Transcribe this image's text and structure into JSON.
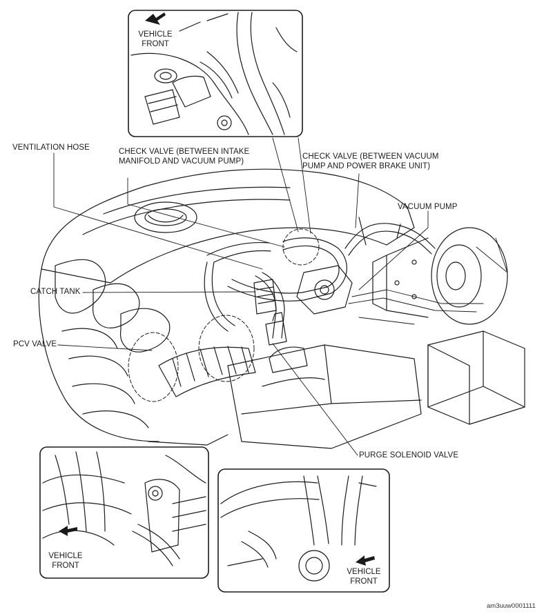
{
  "labels": {
    "ventilation_hose": "VENTILATION HOSE",
    "check_valve_intake": "CHECK VALVE (BETWEEN INTAKE\nMANIFOLD AND VACUUM PUMP)",
    "check_valve_vacuum": "CHECK VALVE (BETWEEN VACUUM\nPUMP AND POWER BRAKE UNIT)",
    "vacuum_pump": "VACUUM PUMP",
    "catch_tank": "CATCH TANK",
    "pcv_valve": "PCV VALVE",
    "purge_solenoid_valve": "PURGE SOLENOID VALVE"
  },
  "insets": {
    "top": {
      "direction_label": "VEHICLE\nFRONT"
    },
    "bottom_left": {
      "direction_label": "VEHICLE\nFRONT"
    },
    "bottom_right": {
      "direction_label": "VEHICLE\nFRONT"
    }
  },
  "figure_id": "am3uuw0001111",
  "colors": {
    "line": "#1a1a1a",
    "shade": "#9a9a9a",
    "background": "#ffffff"
  }
}
